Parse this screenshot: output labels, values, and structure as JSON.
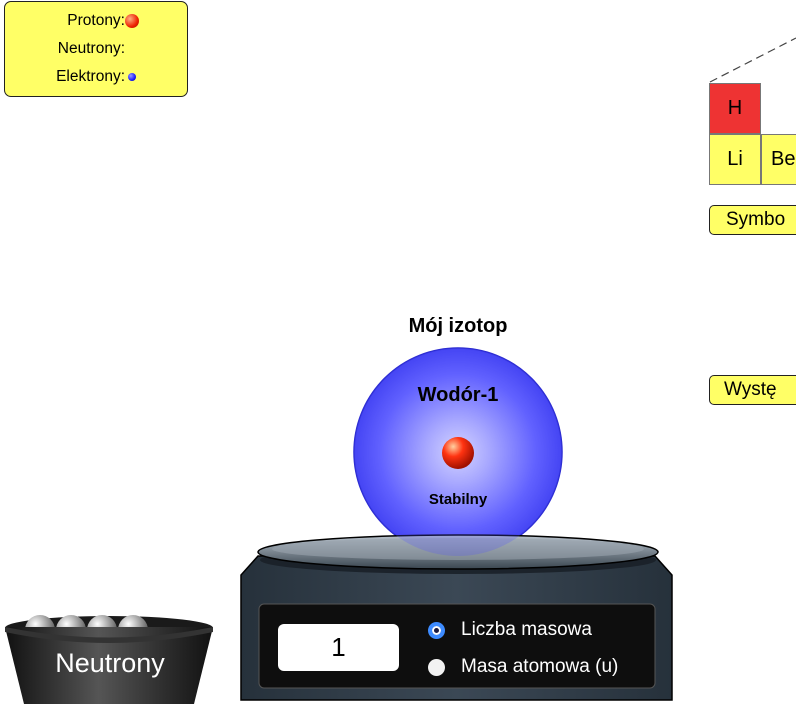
{
  "legend": {
    "protons_label": "Protony:",
    "neutrons_label": "Neutrony:",
    "electrons_label": "Elektrony:"
  },
  "periodic_table": {
    "cells": [
      {
        "symbol": "H",
        "color": "#ee3333"
      },
      {
        "symbol": "Li",
        "color": "#ffff66"
      },
      {
        "symbol": "Be",
        "color": "#ffff66"
      }
    ],
    "symbol_button": "Symbo",
    "abundance_button": "Wystę"
  },
  "isotope": {
    "title": "Mój izotop",
    "name": "Wodór-1",
    "stability": "Stabilny",
    "protons": 1,
    "neutrons": 0
  },
  "scale": {
    "display_value": "1",
    "options": [
      {
        "label": "Liczba masowa",
        "selected": true
      },
      {
        "label": "Masa atomowa (u)",
        "selected": false
      }
    ]
  },
  "bucket": {
    "label": "Neutrony"
  },
  "colors": {
    "legend_bg": "#ffff66",
    "proton": "#ee2200",
    "electron": "#1a1aff",
    "electron_cloud": "#5555ff",
    "scale_body": "#2f3a45",
    "radio_selected": "#3d8bff"
  }
}
